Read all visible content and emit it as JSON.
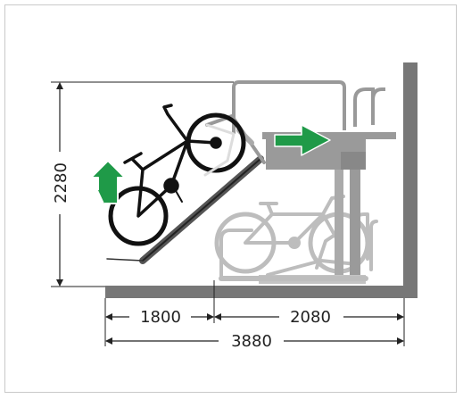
{
  "dimensions": {
    "height": "2280",
    "left_width": "1800",
    "right_width": "2080",
    "total_width": "3880"
  },
  "icons": {
    "up_arrow": "up-arrow-icon",
    "right_arrow": "right-arrow-icon"
  },
  "colors": {
    "arrow_green": "#1f9a48",
    "structure_dark": "#777777",
    "structure_light": "#b9b9b9",
    "outline": "#333333"
  }
}
